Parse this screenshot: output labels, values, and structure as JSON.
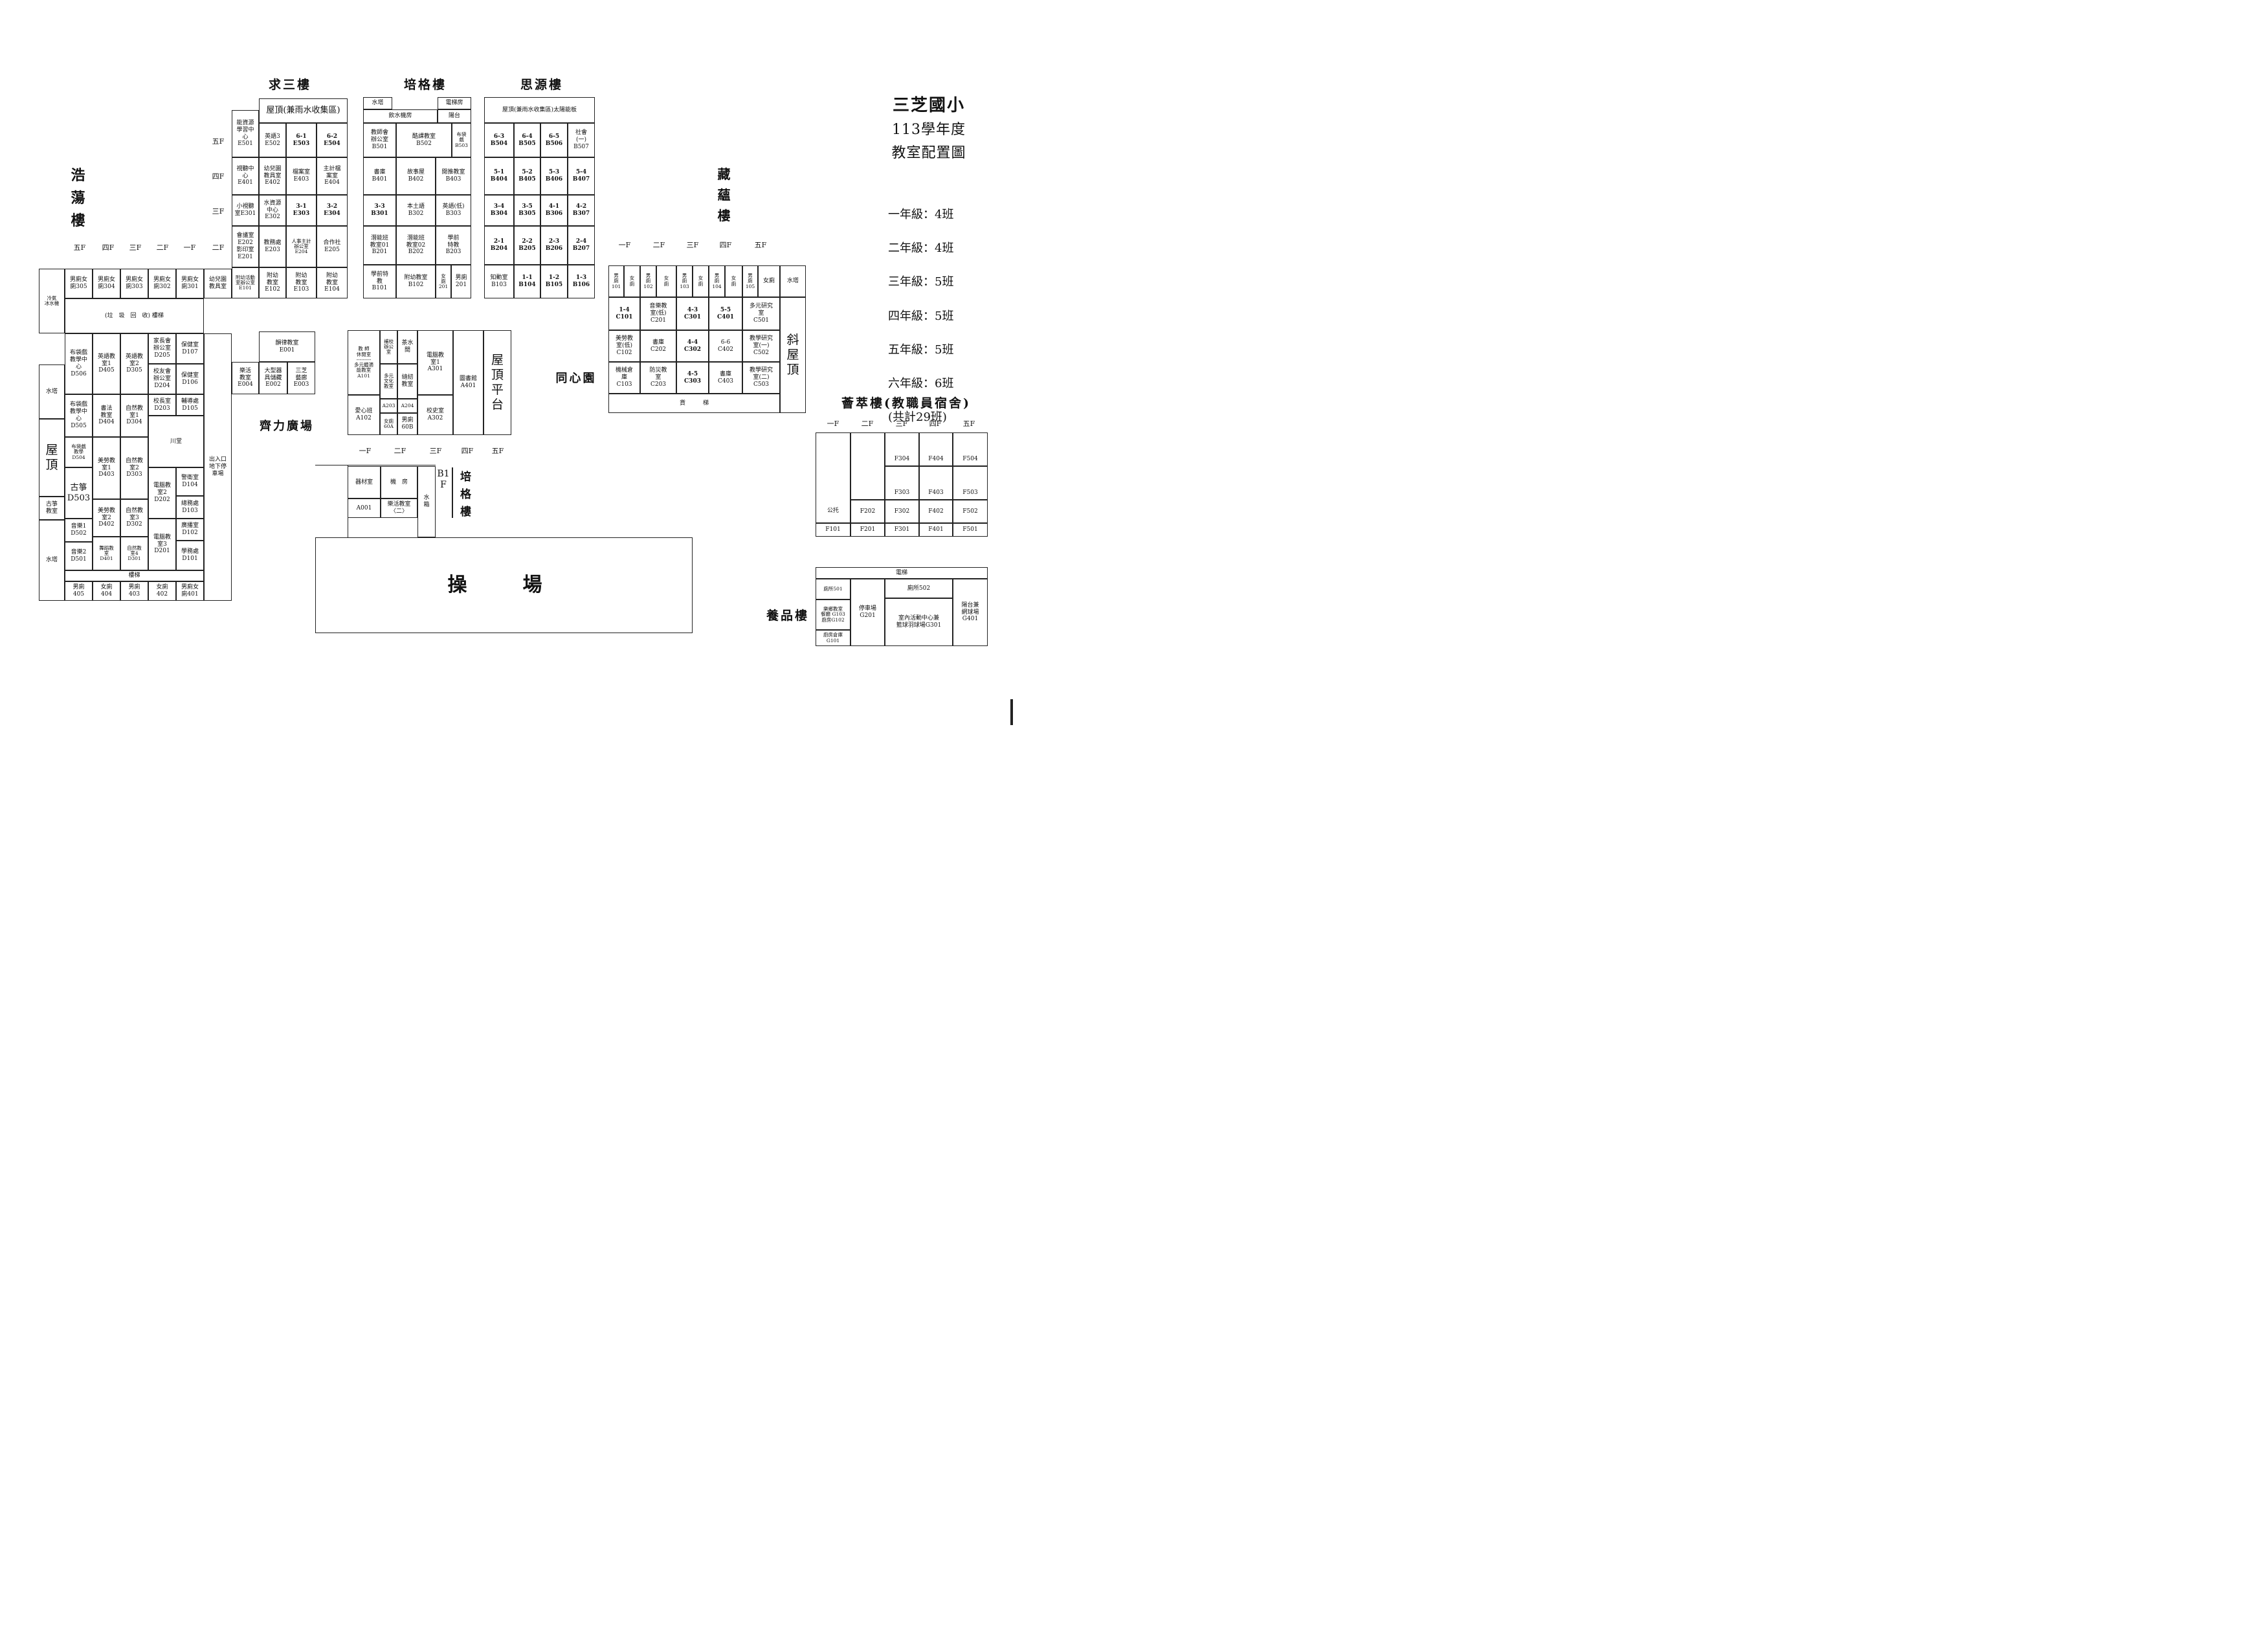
{
  "title": {
    "school": "三芝國小",
    "year": "113學年度",
    "map": "教室配置圖"
  },
  "class_counts": [
    "一年級：4班",
    "二年級：4班",
    "三年級：5班",
    "四年級：5班",
    "五年級：5班",
    "六年級：6班",
    "(共計29班)"
  ],
  "buildings": {
    "qiusan": "求三樓",
    "peige": "培格樓",
    "siyuan": "思源樓",
    "haodang": "浩\n蕩\n樓",
    "cangyun": "藏\n蘊\n樓",
    "jicui": "薈萃樓(教職員宿舍)",
    "yangpin": "養品樓",
    "peige_b1": "培\n格\n樓"
  },
  "places": {
    "tongxin": "同心園",
    "qili": "齊力廣場",
    "field": "操　場"
  },
  "floors": {
    "f1": "一F",
    "f2": "二F",
    "f3": "三F",
    "f4": "四F",
    "f5": "五F",
    "v1": "一F",
    "v2": "二F",
    "v3": "三F",
    "v4": "四F",
    "v5": "五F"
  },
  "e_bldg": {
    "roof": "屋頂(兼雨水收集區)",
    "r5": [
      "能資源\n學習中\n心\nE501",
      "英語3\nE502",
      "6-1\nE503",
      "6-2\nE504"
    ],
    "r4": [
      "視聽中\n心\nE401",
      "幼兒園\n教具室\nE402",
      "檔案室\nE403",
      "主計檔\n案室\nE404"
    ],
    "r3": [
      "小視聽\n室E301",
      "水資源\n中心\nE302",
      "3-1\nE303",
      "3-2\nE304"
    ],
    "r2": [
      "會議室\nE202\n影印室\nE201",
      "教務處\nE203",
      "人事主計\n辦公室\nE204",
      "合作社\nE205"
    ],
    "r1": [
      "附幼活動\n室辦公室\nE101",
      "附幼\n教室\nE102",
      "附幼\n教室\nE103",
      "附幼\n教室\nE104"
    ]
  },
  "b_bldg": {
    "top": [
      "水塔",
      "電梯房",
      "飲水機房",
      "陽台"
    ],
    "r5": [
      "教師會\n辦公室\nB501",
      "酷課教室\nB502",
      "布袋\n戲\nB503"
    ],
    "r4": [
      "書庫\nB401",
      "故事屋\nB402",
      "閱推教室\nB403"
    ],
    "r3": [
      "3-3\nB301",
      "本土語\nB302",
      "英語(低)\nB303"
    ],
    "r2": [
      "潛能班\n教室01\nB201",
      "潛能班\n教室02\nB202",
      "學前\n特教\nB203"
    ],
    "r1": [
      "學前特\n教\nB101",
      "附幼教室\nB102",
      "女\n廁\n201",
      "男廁\n201"
    ]
  },
  "s_bldg": {
    "roof": "屋頂(兼雨水收集區)太陽能板",
    "r5": [
      "6-3\nB504",
      "6-4\nB505",
      "6-5\nB506",
      "社會\n(一)\nB507"
    ],
    "r4": [
      "5-1\nB404",
      "5-2\nB405",
      "5-3\nB406",
      "5-4\nB407"
    ],
    "r3": [
      "3-4\nB304",
      "3-5\nB305",
      "4-1\nB306",
      "4-2\nB307"
    ],
    "r2": [
      "2-1\nB204",
      "2-2\nB205",
      "2-3\nB206",
      "2-4\nB207"
    ],
    "r1": [
      "知動室\nB103",
      "1-1\nB104",
      "1-2\nB105",
      "1-3\nB106"
    ]
  },
  "d_bldg": {
    "restrooms_top": [
      "男廁女\n廁305",
      "男廁女\n廁304",
      "男廁女\n廁303",
      "男廁女\n廁302",
      "男廁女\n廁301",
      "幼兒園\n教具室"
    ],
    "cooler": "冷氣\n冰水機",
    "recycle": "(垃　圾　回　收) 樓梯",
    "water_tower_1": "水塔",
    "water_tower_2": "水塔",
    "roof": "屋\n頂",
    "guzheng_room": "古箏\n教室",
    "rooms": {
      "d506": "布袋戲\n教學中\n心\nD506",
      "d505": "布袋戲\n教學中\n心\nD505",
      "d504": "布袋戲\n教學\nD504",
      "d503": "古箏\nD503",
      "d502": "音樂1\nD502",
      "d501": "音樂2\nD501",
      "d405": "英語教\n室1\nD405",
      "d404": "書法\n教室\nD404",
      "d403": "美勞教\n室1\nD403",
      "d402": "美勞教\n室2\nD402",
      "d401": "舞蹈教\n室\nD401",
      "d305": "英語教\n室2\nD305",
      "d304": "自然教\n室1\nD304",
      "d303": "自然教\n室2\nD303",
      "d302": "自然教\n室3\nD302",
      "d301": "自然教\n室4\nD301",
      "d205": "家長會\n辦公室\nD205",
      "d204": "校友會\n辦公室\nD204",
      "d203": "校長室\nD203",
      "d202": "電腦教\n室2\nD202",
      "d201": "電腦教\n室3\nD201",
      "d107": "保健室\nD107",
      "d106": "保健室\nD106",
      "d105": "輔導處\nD105",
      "d104": "警衛室\nD104",
      "d103": "總務處\nD103",
      "d102": "廣播室\nD102",
      "d101": "學務處\nD101"
    },
    "chuan": "川堂",
    "stairs": "樓梯",
    "restrooms_bottom": [
      "男廁\n405",
      "女廁\n404",
      "男廁\n403",
      "女廁\n402",
      "男廁女\n廁401"
    ],
    "parking": "出入口\n地下停\n車場"
  },
  "e0": [
    "韻律教室\nE001",
    "樂活\n教室\nE004",
    "大型器\n具儲藏\nE002",
    "三芝\n藝廊\nE003"
  ],
  "a_bldg": {
    "a101": "教 師\n休閒室\n---------\n多元體適\n能教室\nA101",
    "school_office": "補校\n辦公\n室",
    "tea": "茶水\n間",
    "a102": "愛心班\nA102",
    "multi": "多元\n文化\n教室",
    "sewing": "縫紉\n教室",
    "a203": "A203",
    "a204": "A204",
    "wc60a": "女廁\n60A",
    "wc60b": "男廁\n60B",
    "a301": "電腦教\n室1\nA301",
    "a302": "校史室\nA302",
    "a401": "圖書館\nA401",
    "roof": "屋\n頂\n平\n台"
  },
  "b1": {
    "equip": "器材室",
    "machine": "機　房",
    "a001": "A001",
    "leisure2": "樂活教室\n〈二〉",
    "water_tank": "水\n箱",
    "label": "B1\nF"
  },
  "c_bldg": {
    "top": [
      "男\n廁\n101",
      "女\n廁",
      "男\n廁\n102",
      "女\n廁",
      "男\n廁\n103",
      "女\n廁",
      "男\n廁\n104",
      "女\n廁",
      "男\n廁\n105",
      "女廁",
      "水塔"
    ],
    "c101": "1-4\nC101",
    "c201": "音樂教\n室(低)\nC201",
    "c301": "4-3\nC301",
    "c401": "5-5\nC401",
    "c501": "多元研究\n室\nC501",
    "c102": "美勞教\n室(低)\nC102",
    "c202": "書庫\nC202",
    "c302": "4-4\nC302",
    "c402": "6-6\nC402",
    "c502": "教學研究\n室(一)\nC502",
    "c103": "機械倉\n庫\nC103",
    "c203": "防災教\n室\nC203",
    "c303": "4-5\nC303",
    "c403": "書庫\nC403",
    "c503": "教學研究\n室(二)\nC503",
    "freight": "貨　　　梯",
    "slope_roof": "斜\n屋\n頂"
  },
  "f_bldg": {
    "gongtuo": "公托",
    "f101": "F101",
    "f201": "F201",
    "f202": "F202",
    "f301": "F301",
    "f302": "F302",
    "f303": "F303",
    "f304": "F304",
    "f401": "F401",
    "f402": "F402",
    "f403": "F403",
    "f404": "F404",
    "f501": "F501",
    "f502": "F502",
    "f503": "F503",
    "f504": "F504"
  },
  "g_bldg": {
    "elevator": "電梯",
    "wc501": "廁所501",
    "wc502": "廁所502",
    "music_group": "樂鄉教室\n餐廳 G103\n廚房G102",
    "storage": "廚房倉庫\nG101",
    "parking": "停車場\nG201",
    "gym": "室內活動中心兼\n籃球羽球場G301",
    "balcony": "陽台兼\n網球場\nG401"
  }
}
